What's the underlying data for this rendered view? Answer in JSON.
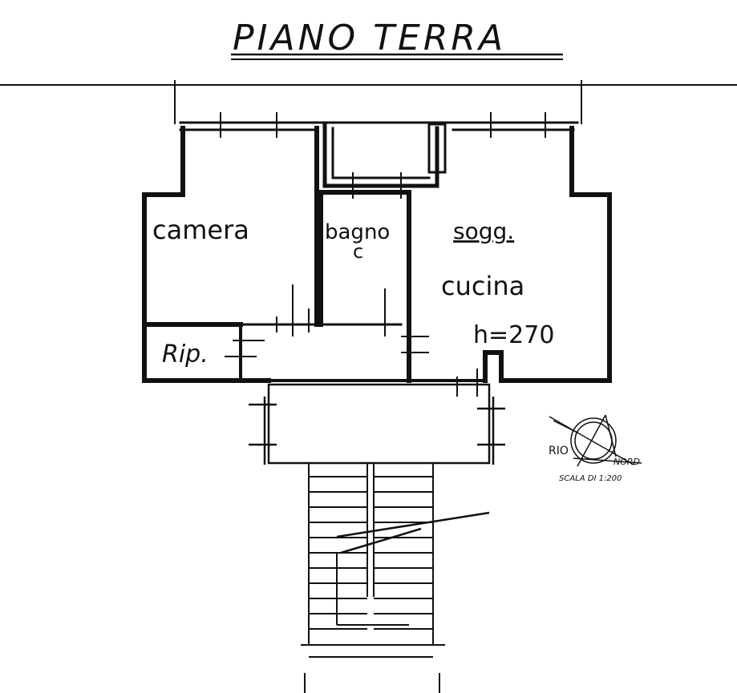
{
  "title": "PIANO TERRA",
  "rooms": {
    "camera": "camera",
    "bagno": "bagno",
    "bagno_sub": "c",
    "soggiorno": "sogg.",
    "cucina": "cucina",
    "height": "h=270",
    "ripostiglio": "Rip."
  },
  "compass": {
    "left_label": "RIO",
    "north_label": "NORD"
  },
  "scale": "SCALA DI 1:200",
  "colors": {
    "ink": "#111111",
    "paper": "#ffffff"
  }
}
